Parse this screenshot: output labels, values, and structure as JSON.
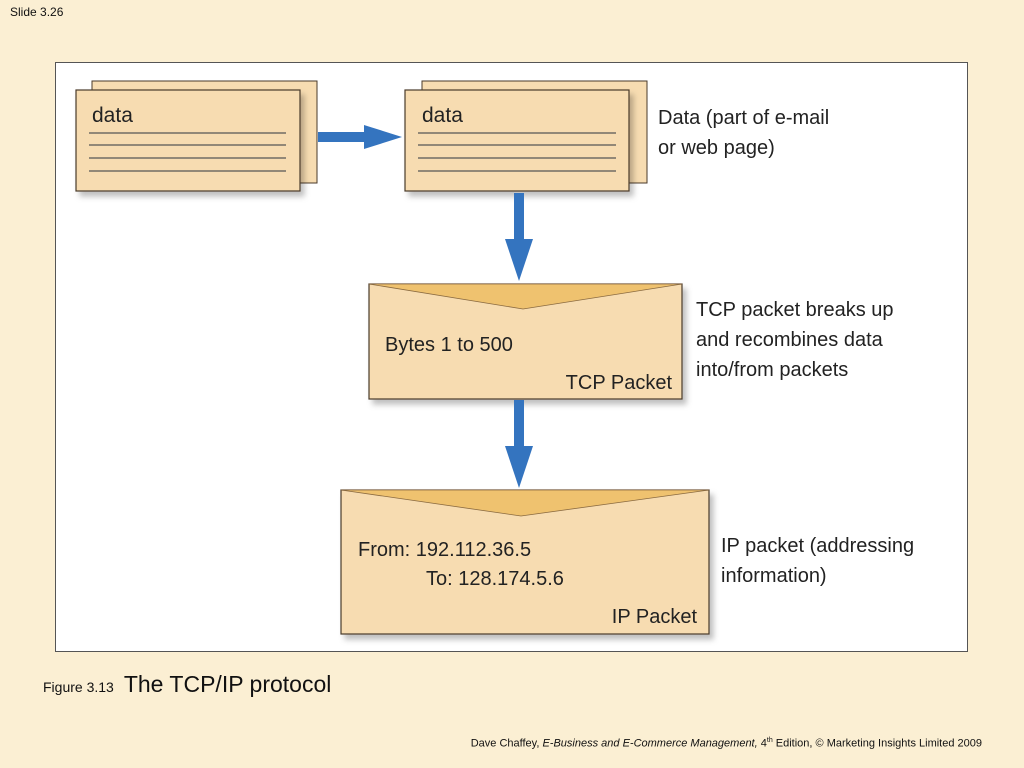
{
  "slide": {
    "number_label": "Slide 3.26"
  },
  "diagram": {
    "stack_left_label": "data",
    "stack_right_label": "data",
    "data_note": [
      "Data (part of e-mail",
      "or web page)"
    ],
    "tcp_envelope": {
      "line1": "Bytes 1 to 500",
      "name": "TCP Packet"
    },
    "tcp_note": [
      "TCP packet breaks up",
      "and recombines data",
      "into/from packets"
    ],
    "ip_envelope": {
      "from": "From: 192.112.36.5",
      "to": "To: 128.174.5.6",
      "name": "IP Packet"
    },
    "ip_note": [
      "IP packet (addressing",
      "information)"
    ],
    "colors": {
      "paper": "#f7dcb1",
      "paper_border": "#4a3a2a",
      "flap": "#efc26f",
      "arrow": "#3474bf",
      "slide_bg": "#fbefd3"
    }
  },
  "caption": {
    "figure_label": "Figure 3.13",
    "title": "The TCP/IP protocol"
  },
  "footer": {
    "author": "Dave Chaffey,",
    "book": "E-Business and E-Commerce Management,",
    "edition_num": "4",
    "edition_sup": "th",
    "rest": "Edition, © Marketing Insights Limited 2009"
  }
}
